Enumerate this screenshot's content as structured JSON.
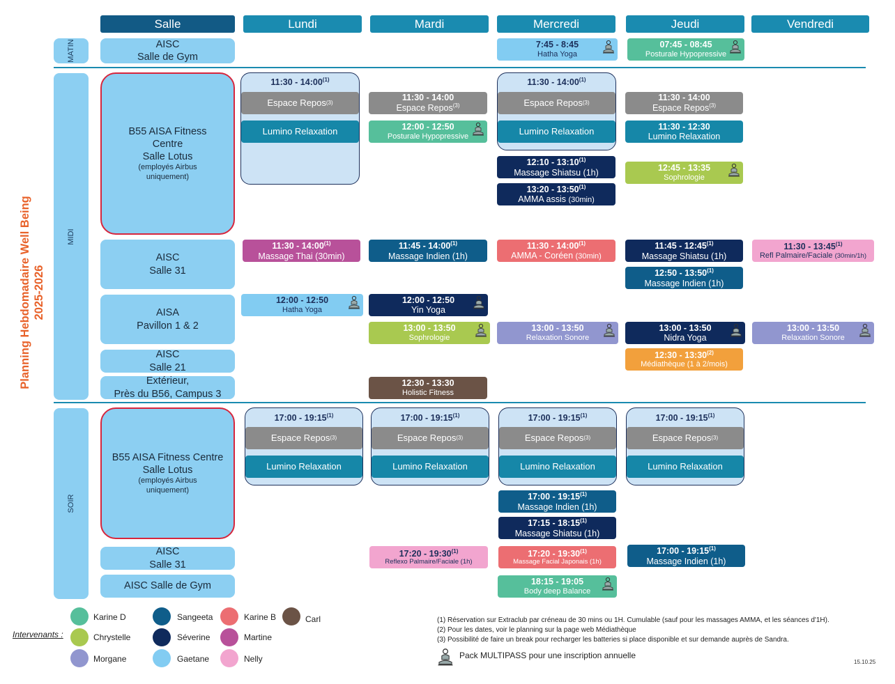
{
  "title": {
    "line1": "Planning Hebdomadaire Well Being",
    "line2": "2025-2026"
  },
  "headers": {
    "salle": "Salle",
    "lundi": "Lundi",
    "mardi": "Mardi",
    "mercredi": "Mercredi",
    "jeudi": "Jeudi",
    "vendredi": "Vendredi"
  },
  "periods": {
    "matin": "MATIN",
    "midi": "MIDI",
    "soir": "SOIR"
  },
  "rooms": {
    "r1": [
      "AISC",
      "Salle de Gym"
    ],
    "r2": [
      "B55 AISA Fitness",
      "Centre",
      "Salle Lotus",
      "(employés Airbus",
      "uniquement)"
    ],
    "r3": [
      "AISC",
      "Salle 31"
    ],
    "r4": [
      "AISA",
      "Pavillon 1 & 2"
    ],
    "r5": [
      "AISC",
      "Salle 21"
    ],
    "r6": [
      "Extérieur,",
      "Près du B56, Campus 3"
    ],
    "r7": [
      "B55 AISA Fitness Centre",
      "Salle Lotus",
      "(employés Airbus",
      "uniquement)"
    ],
    "r8": [
      "AISC",
      "Salle 31"
    ],
    "r9": [
      "AISC Salle de Gym"
    ]
  },
  "events": {
    "e1": {
      "time": "7:45 - 8:45",
      "name": "Hatha Yoga"
    },
    "e2": {
      "time": "07:45 - 08:45",
      "name": "Posturale Hypopressive"
    },
    "g1": {
      "time": "11:30 - 14:00",
      "sup": "(1)"
    },
    "g2": {
      "time": "11:30 - 14:00",
      "sup": "(1)"
    },
    "repos": {
      "name": "Espace Repos",
      "sup": "(3)"
    },
    "lumino": {
      "name": "Lumino Relaxation"
    },
    "e3": {
      "time": "11:30 - 14:00",
      "name": "Espace Repos",
      "sup": "(3)"
    },
    "e4": {
      "time": "12:00 - 12:50",
      "name": "Posturale Hypopressive"
    },
    "e5": {
      "time": "11:30 - 14:00",
      "name": "Espace Repos",
      "sup": "(3)"
    },
    "e6": {
      "time": "11:30 - 12:30",
      "name": "Lumino Relaxation"
    },
    "e7": {
      "time": "12:10 - 13:10",
      "sup": "(1)",
      "name": "Massage Shiatsu (1h)"
    },
    "e8": {
      "time": "13:20 - 13:50",
      "sup": "(1)",
      "name": "AMMA assis",
      "name2": "(30min)"
    },
    "e9": {
      "time": "12:45 - 13:35",
      "name": "Sophrologie"
    },
    "e10": {
      "time": "11:30 - 14:00",
      "sup": "(1)",
      "name": "Massage Thai (30min)"
    },
    "e11": {
      "time": "11:45 - 14:00",
      "sup": "(1)",
      "name": "Massage Indien (1h)"
    },
    "e12": {
      "time": "11:30 - 14:00",
      "sup": "(1)",
      "name": "AMMA -  Coréen",
      "name2": "(30min)"
    },
    "e13": {
      "time": "11:45 - 12:45",
      "sup": "(1)",
      "name": "Massage Shiatsu (1h)"
    },
    "e14": {
      "time": "11:30 - 13:45",
      "sup": "(1)",
      "name": "Refl Palmaire/Faciale",
      "name2": "(30min/1h)"
    },
    "e15": {
      "time": "12:50 - 13:50",
      "sup": "(1)",
      "name": "Massage Indien (1h)"
    },
    "e16": {
      "time": "12:00 - 12:50",
      "name": "Hatha Yoga"
    },
    "e17": {
      "time": "12:00 - 12:50",
      "name": "Yin Yoga"
    },
    "e18": {
      "time": "13:00 - 13:50",
      "name": "Sophrologie"
    },
    "e19": {
      "time": "13:00 - 13:50",
      "name": "Relaxation Sonore"
    },
    "e20": {
      "time": "13:00 - 13:50",
      "name": "Nidra Yoga"
    },
    "e21": {
      "time": "13:00 - 13:50",
      "name": "Relaxation Sonore"
    },
    "e22": {
      "time": "12:30 - 13:30",
      "sup": "(2)",
      "name": "Médiathèque (1 à 2/mois)"
    },
    "e23": {
      "time": "12:30 - 13:30",
      "name": "Holistic Fitness"
    },
    "s1": {
      "time": "17:00 - 19:15",
      "sup": "(1)"
    },
    "s2": {
      "time": "17:00 - 19:15",
      "sup": "(1)"
    },
    "s3": {
      "time": "17:00 - 19:15",
      "sup": "(1)"
    },
    "s4": {
      "time": "17:00 - 19:15",
      "sup": "(1)"
    },
    "e24": {
      "time": "17:00 - 19:15",
      "sup": "(1)",
      "name": "Massage Indien (1h)"
    },
    "e25": {
      "time": "17:15 - 18:15",
      "sup": "(1)",
      "name": "Massage Shiatsu (1h)"
    },
    "e26": {
      "time": "17:20 - 19:30",
      "sup": "(1)",
      "name": "Reflexo Palmaire/Faciale (1h)"
    },
    "e27": {
      "time": "17:20 - 19:30",
      "sup": "(1)",
      "name": "Massage Facial Japonais (1h)"
    },
    "e28": {
      "time": "17:00 - 19:15",
      "sup": "(1)",
      "name": "Massage Indien (1h)"
    },
    "e29": {
      "time": "18:15 - 19:05",
      "name": "Body deep Balance"
    }
  },
  "legend": {
    "label": "Intervenants :",
    "people": [
      {
        "name": "Karine D",
        "color": "#56bf9b"
      },
      {
        "name": "Chrystelle",
        "color": "#a9c950"
      },
      {
        "name": "Morgane",
        "color": "#9196cf"
      },
      {
        "name": "Sangeeta",
        "color": "#0f5d8a"
      },
      {
        "name": "Séverine",
        "color": "#0f2a5c"
      },
      {
        "name": "Gaetane",
        "color": "#82ccf2"
      },
      {
        "name": "Karine B",
        "color": "#ec6e72"
      },
      {
        "name": "Martine",
        "color": "#b8519a"
      },
      {
        "name": "Nelly",
        "color": "#f2a5cf"
      },
      {
        "name": "Carl",
        "color": "#6b5346"
      }
    ]
  },
  "footnotes": {
    "n1": "(1) Réservation sur Extraclub par créneau de 30 mins ou 1H. Cumulable (sauf pour les massages AMMA, et les séances d'1H).",
    "n2": "(2) Pour les dates, voir le planning sur la page web Médiathèque",
    "n3": "(3) Possibilité de faire un break pour recharger les batteries si place disponible et sur demande auprès de Sandra.",
    "pack": "Pack MULTIPASS pour une inscription annuelle"
  },
  "version": "15.10.25",
  "icons": {
    "pack": "meditation-pack-icon"
  }
}
